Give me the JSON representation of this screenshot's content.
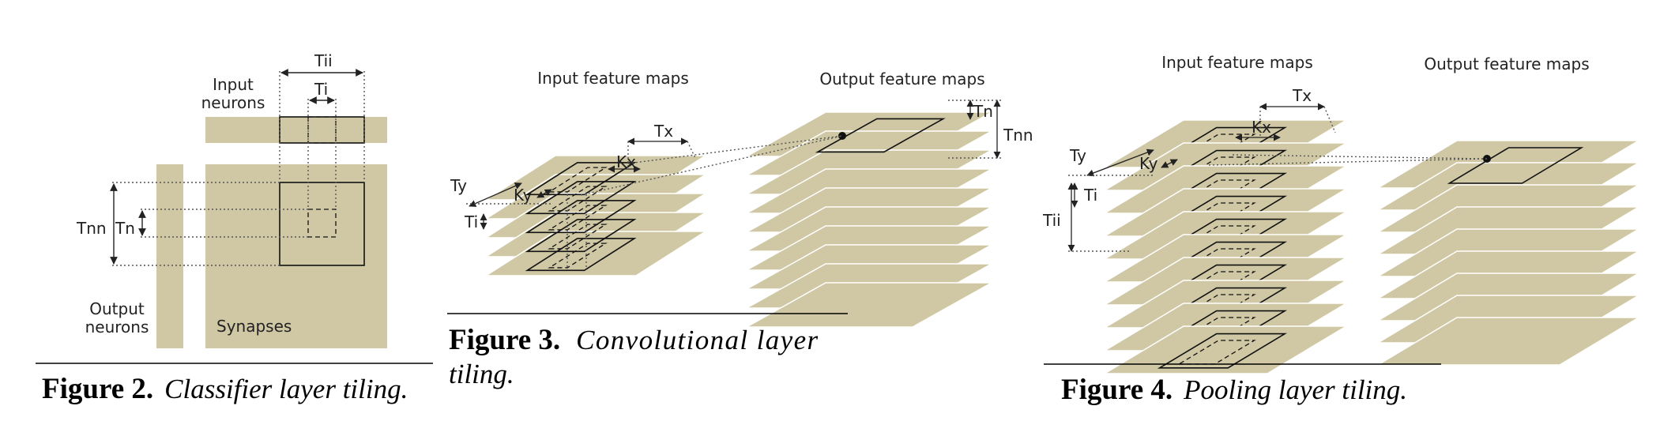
{
  "colors": {
    "plane": "#d0c8a4",
    "plane_edge": "#ffffff",
    "text": "#222222"
  },
  "fig2": {
    "label_tii": "Tii",
    "label_ti": "Ti",
    "label_input_neurons_1": "Input",
    "label_input_neurons_2": "neurons",
    "label_tnn": "Tnn",
    "label_tn": "Tn",
    "label_output_neurons_1": "Output",
    "label_output_neurons_2": "neurons",
    "label_synapses": "Synapses",
    "caption_bold": "Figure 2.",
    "caption_italic": "Classifier layer tiling."
  },
  "fig3": {
    "title_input": "Input feature maps",
    "title_output": "Output feature maps",
    "label_tx": "Tx",
    "label_kx": "Kx",
    "label_ty": "Ty",
    "label_ky": "Ky",
    "label_ti": "Ti",
    "label_tn": "Tn",
    "label_tnn": "Tnn",
    "caption_bold": "Figure 3.",
    "caption_italic_1": "Convolutional layer",
    "caption_italic_2": "tiling."
  },
  "fig4": {
    "title_input": "Input feature maps",
    "title_output": "Output feature maps",
    "label_tx": "Tx",
    "label_kx": "Kx",
    "label_ty": "Ty",
    "label_ky": "Ky",
    "label_ti": "Ti",
    "label_tii": "Tii",
    "caption_bold": "Figure 4.",
    "caption_italic": "Pooling layer tiling."
  }
}
